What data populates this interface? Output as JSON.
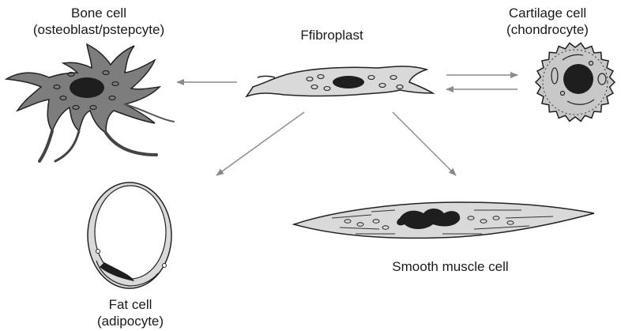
{
  "cells": {
    "bone": {
      "line1": "Bone cell",
      "line2": "(osteoblast/pstepcyte)"
    },
    "cartilage": {
      "line1": "Cartilage cell",
      "line2": "(chondrocyte)"
    },
    "fibroblast": {
      "label": "Ffibroplast"
    },
    "smooth_muscle": {
      "label": "Smooth muscle cell"
    },
    "fat": {
      "line1": "Fat cell",
      "line2": "(adipocyte)"
    }
  },
  "colors": {
    "cell_fill": "#d9d9d9",
    "nucleus": "#1e1e1e",
    "outline": "#222222",
    "arrow": "#8a8a8a"
  }
}
